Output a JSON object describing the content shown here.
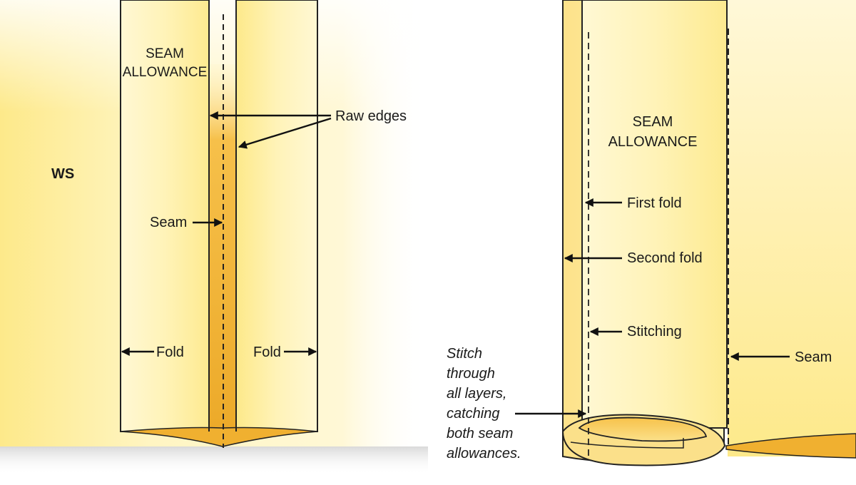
{
  "left_diagram": {
    "ws_label": "WS",
    "seam_allowance": [
      "SEAM",
      "ALLOWANCE"
    ],
    "raw_edges": "Raw edges",
    "seam": "Seam",
    "fold_left": "Fold",
    "fold_right": "Fold"
  },
  "right_diagram": {
    "seam_allowance": [
      "SEAM",
      "ALLOWANCE"
    ],
    "first_fold": "First fold",
    "second_fold": "Second fold",
    "stitching": "Stitching",
    "seam": "Seam",
    "note_lines": [
      "Stitch",
      "through",
      "all layers,",
      "catching",
      "both seam",
      "allowances."
    ]
  },
  "colors": {
    "fabric_light": "#fff6c8",
    "fabric_mid": "#fde98a",
    "fabric_dark": "#f0b030",
    "outline": "#222222"
  }
}
